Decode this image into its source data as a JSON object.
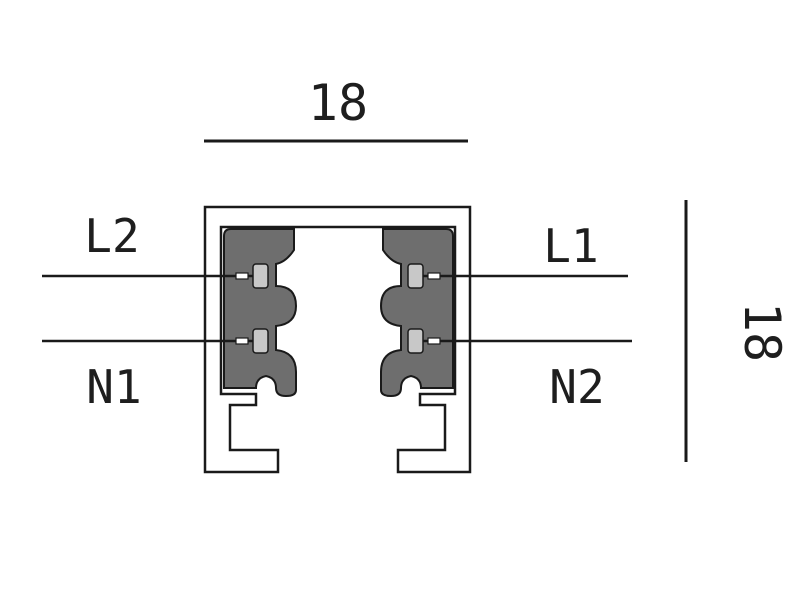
{
  "dimensions": {
    "width_label": "18",
    "height_label": "18"
  },
  "conductors": {
    "top_left": "L2",
    "top_right": "L1",
    "bottom_left": "N1",
    "bottom_right": "N2"
  },
  "colors": {
    "line": "#1a1a1a",
    "insulator": "#6e6e6e",
    "contact": "#c8c8c8",
    "background": "#ffffff"
  }
}
